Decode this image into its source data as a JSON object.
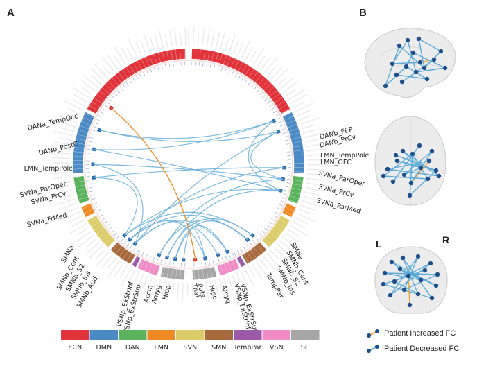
{
  "panels": {
    "a": "A",
    "b": "B"
  },
  "network_colors": {
    "ECN": "#e0333a",
    "DMN": "#4b8ac5",
    "DAN": "#5cb35d",
    "LMN": "#f08a24",
    "SVN": "#dccd6a",
    "SMN": "#a86a3c",
    "TempPar": "#9a5aa8",
    "VSN": "#f08bc6",
    "SC": "#a6a6a6"
  },
  "network_legend": [
    "ECN",
    "DMN",
    "DAN",
    "LMN",
    "SVN",
    "SMN",
    "TempPar",
    "VSN",
    "SC"
  ],
  "left_labels": [
    "DANa_TempOcc",
    "DANb_PostC",
    "LMN_TempPole",
    "SVNa_ParOper",
    "SVNa_PrCv",
    "SVNa_FrMed",
    "SMNa",
    "SMNb_Cent",
    "SMNb_S2",
    "SMNb_Ins",
    "SMNb_Aud"
  ],
  "right_labels": [
    "DANb_FEF",
    "DANb_PrCv",
    "LMN_TempPole",
    "LMN_OFC",
    "SVNa_ParOper",
    "SVNa_PrCv",
    "SVNa_ParMed",
    "SMNa",
    "SMNb_Cent",
    "SMNb_S2",
    "SMNb_Ins",
    "TempPar"
  ],
  "bottom_left_labels": [
    "VSNp_ExStrInf",
    "VSNp_ExStrSup",
    "Accm",
    "Amyg",
    "Hipp"
  ],
  "bottom_right_labels": [
    "Puta",
    "Thal",
    "Hipp",
    "Amyg",
    "VSNp_ExStrInf",
    "VSNp_ExStrSup"
  ],
  "brain_labels": {
    "left": "L",
    "right": "R"
  },
  "fc_legend": {
    "increased": "Patient Increased FC",
    "decreased": "Patient Decreased FC",
    "increased_color": "#f0a030",
    "decreased_color": "#5aaad8",
    "node_color": "#1f4e8c"
  },
  "connection_colors": {
    "increased": "#f08a24",
    "decreased": "#6fb1da"
  }
}
